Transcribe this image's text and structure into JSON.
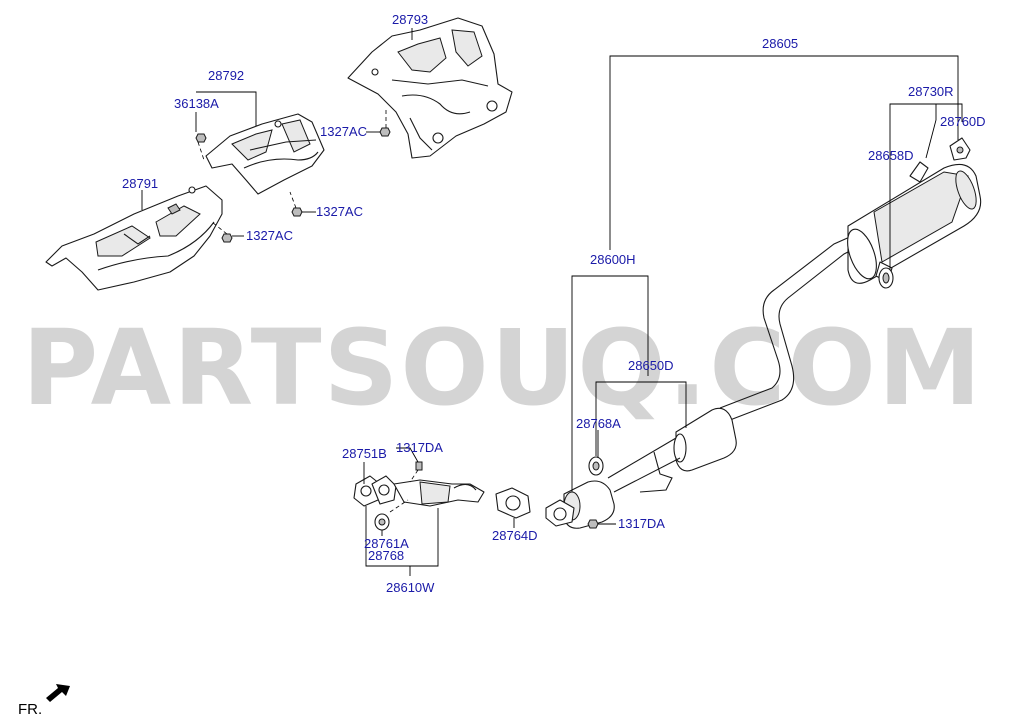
{
  "labels": {
    "p28793": "28793",
    "p28792": "28792",
    "p36138A": "36138A",
    "p1327AC_a": "1327AC",
    "p1327AC_b": "1327AC",
    "p1327AC_c": "1327AC",
    "p28791": "28791",
    "p28605": "28605",
    "p28730R": "28730R",
    "p28760D": "28760D",
    "p28658D": "28658D",
    "p28600H": "28600H",
    "p28650D": "28650D",
    "p28768A": "28768A",
    "p1317DA_a": "1317DA",
    "p1317DA_b": "1317DA",
    "p28751B": "28751B",
    "p28761A": "28761A",
    "p28768": "28768",
    "p28610W": "28610W",
    "p28764D": "28764D"
  },
  "watermark": "PARTSOUQ.COM",
  "orientation": "FR.",
  "colors": {
    "label": "#1a1aa8",
    "watermark": "#d4d4d4",
    "line": "#1a1a1a"
  }
}
